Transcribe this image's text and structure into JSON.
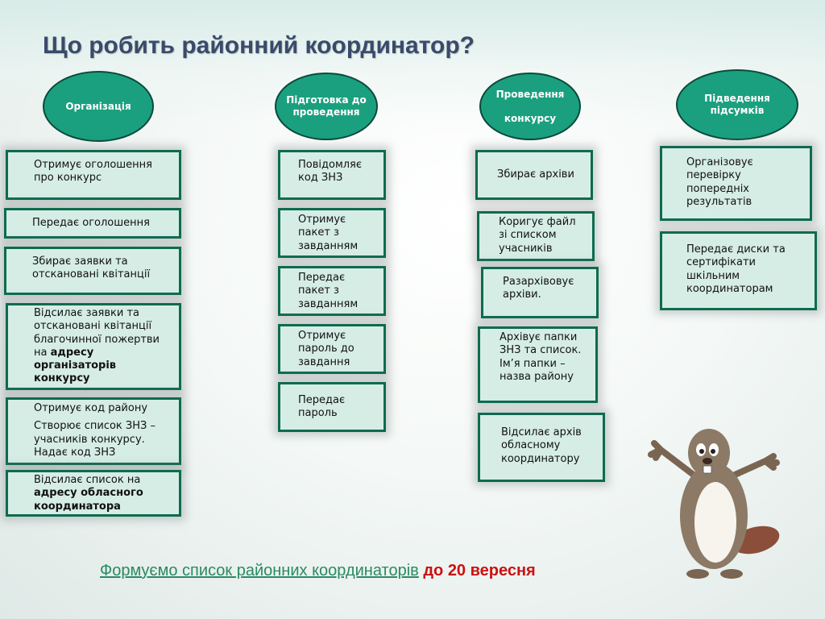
{
  "title": "Що робить районний координатор?",
  "columns": [
    {
      "header": "Організація",
      "items": [
        {
          "text": "Отримує оголошення про конкурс"
        },
        {
          "text": "Передає оголошення"
        },
        {
          "text": "Збирає заявки та отскановані квітанції"
        },
        {
          "text": "Відсилає заявки та отскановані квітанції благочинної пожертви  на ",
          "bold": "адресу організаторів конкурсу"
        },
        {
          "text": "Отримує код району",
          "text2": "Створює список ЗНЗ – учасників конкурсу. Надає код ЗНЗ"
        },
        {
          "text": "Відсилає список на ",
          "bold": "адресу обласного координатора"
        }
      ]
    },
    {
      "header": "Підготовка до проведення",
      "items": [
        {
          "text": "Повідомляє код ЗНЗ"
        },
        {
          "text": "Отримує пакет з завданням"
        },
        {
          "text": "Передає пакет з завданням"
        },
        {
          "text": "Отримує пароль до завдання"
        },
        {
          "text": "Передає пароль"
        }
      ]
    },
    {
      "header": "Проведення\n\nконкурсу",
      "items": [
        {
          "text": "Збирає архіви"
        },
        {
          "text": "Коригує файл зі списком учасників"
        },
        {
          "text": "Разархівовує архіви."
        },
        {
          "text": "Архівує папки ЗНЗ та список. Ім’я папки – назва району"
        },
        {
          "text": "Відсилає архів обласному координатору"
        }
      ]
    },
    {
      "header": "Підведення підсумків",
      "items": [
        {
          "text": "Організовує перевірку попередніх результатів"
        },
        {
          "text": "Передає диски та сертифікати шкільним координаторам"
        }
      ]
    }
  ],
  "footer": {
    "text": "Формуємо список районних координаторів",
    "highlight": "до 20 вересня"
  },
  "colors": {
    "oval": "#1aa07f",
    "box_fill": "#d6ede6",
    "box_border": "#0d6b50",
    "title": "#3a4a6b",
    "footer_link": "#2a8a63",
    "footer_highlight": "#cc1111"
  },
  "decoration": {
    "mascot": "beaver-cartoon"
  }
}
